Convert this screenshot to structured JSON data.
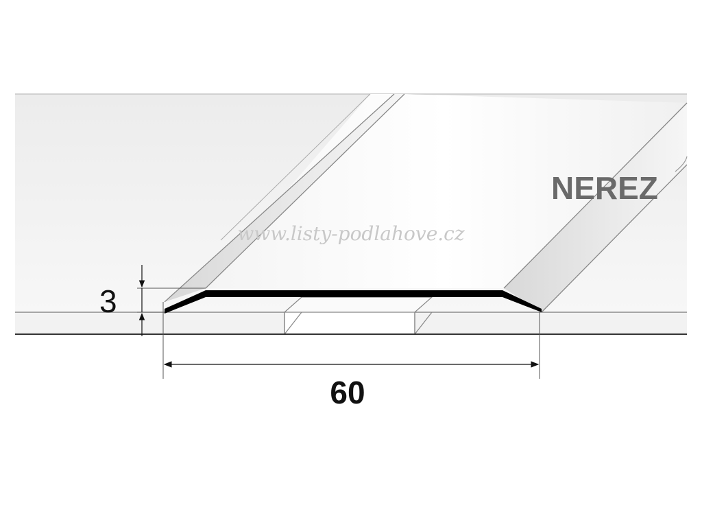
{
  "diagram": {
    "material_label": "NEREZ",
    "watermark": "www.listy-podlahove.cz",
    "dimensions": {
      "height": "3",
      "width": "60"
    }
  }
}
